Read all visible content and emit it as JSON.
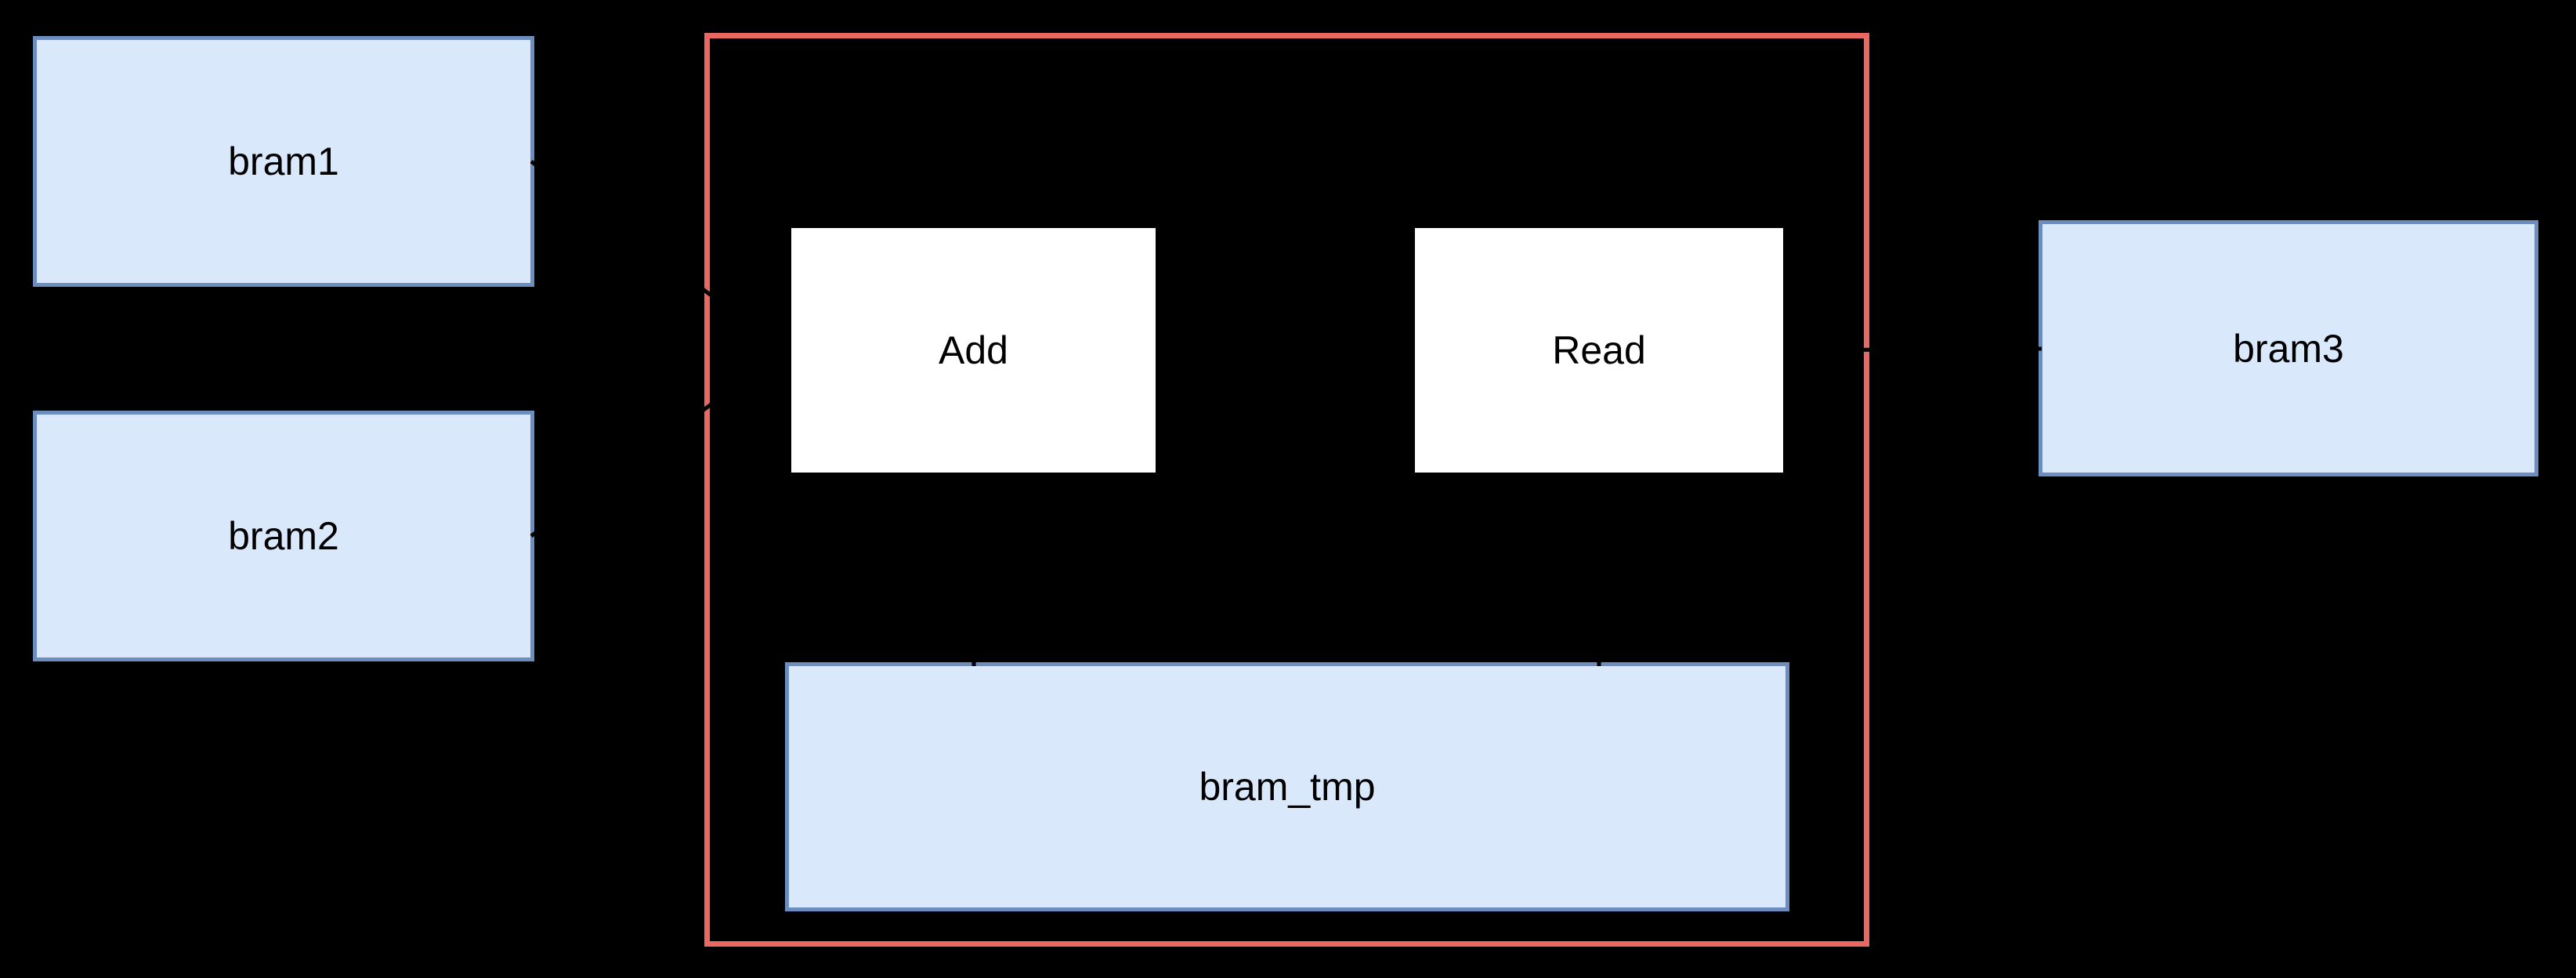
{
  "diagram": {
    "nodes": {
      "bram1": {
        "label": "bram1",
        "type": "memory-block"
      },
      "bram2": {
        "label": "bram2",
        "type": "memory-block"
      },
      "bram3": {
        "label": "bram3",
        "type": "memory-block"
      },
      "add": {
        "label": "Add",
        "type": "process-block"
      },
      "read": {
        "label": "Read",
        "type": "process-block"
      },
      "bram_tmp": {
        "label": "bram_tmp",
        "type": "memory-block"
      }
    },
    "container": {
      "name": "red-group-container",
      "contains": [
        "Add",
        "Read",
        "bram_tmp"
      ]
    },
    "connectors": [
      {
        "from": "bram1",
        "to": "Add"
      },
      {
        "from": "bram2",
        "to": "Add"
      },
      {
        "from": "Add",
        "to": "bram_tmp"
      },
      {
        "from": "Read",
        "to": "bram_tmp"
      },
      {
        "from": "Read",
        "to": "bram3"
      }
    ]
  },
  "colors": {
    "background": "#000000",
    "memory_block_fill": "#dae8fc",
    "memory_block_stroke": "#6c8ebf",
    "process_block_fill": "#ffffff",
    "process_block_stroke": "#000000",
    "container_stroke": "#e96962",
    "connector": "#000000",
    "text": "#000000"
  }
}
